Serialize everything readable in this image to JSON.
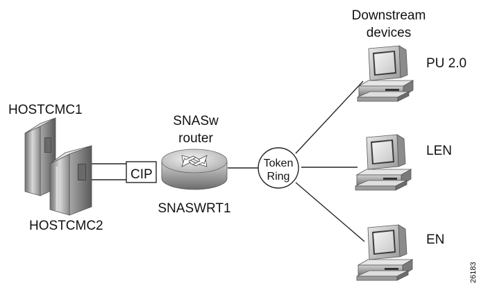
{
  "labels": {
    "downstream_line1": "Downstream",
    "downstream_line2": "devices",
    "hostcmc1": "HOSTCMC1",
    "hostcmc2": "HOSTCMC2",
    "router_line1": "SNASw",
    "router_line2": "router",
    "router_name": "SNASWRT1",
    "cip": "CIP",
    "ring_line1": "Token",
    "ring_line2": "Ring",
    "pu20": "PU 2.0",
    "len": "LEN",
    "en": "EN",
    "figure_id": "26183"
  }
}
